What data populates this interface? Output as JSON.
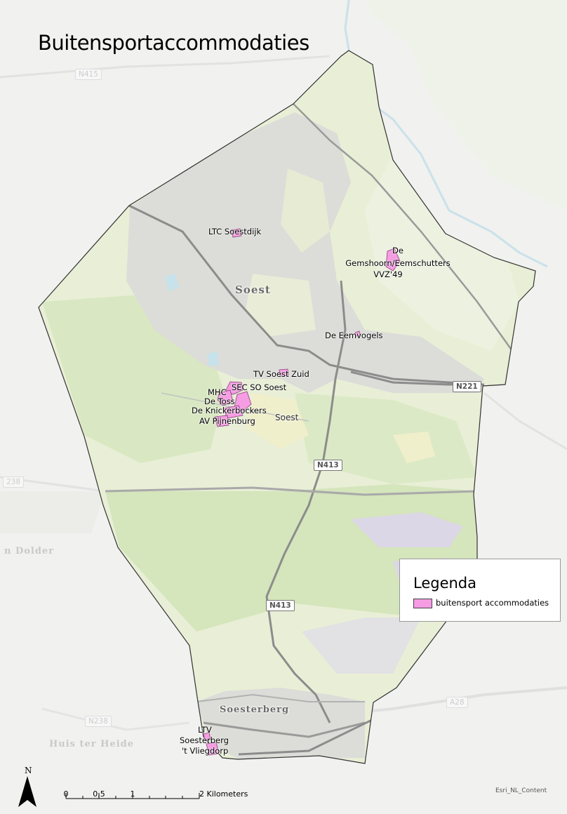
{
  "map": {
    "title": "Buitensportaccommodaties",
    "attribution": "Esri_NL_Content",
    "colors": {
      "background": "#f1f1ef",
      "municipality_fill": "#e8efd6",
      "forest": "#d6e6bd",
      "urban": "#dcdcd8",
      "road": "#8c8c8c",
      "water": "#c7e2ea",
      "sport_fill": "#f59ce2",
      "sport_outline": "#8a3f7d"
    }
  },
  "places": {
    "soest_city": "Soest",
    "soest_label": "Soest",
    "soesterberg": "Soesterberg",
    "huis_ter_heide": "Huis ter Heide",
    "den_dolder": "n Dolder"
  },
  "roads": {
    "n415": "N415",
    "n221": "N221",
    "n413_upper": "N413",
    "n413_lower": "N413",
    "a28": "A28",
    "n238": "N238",
    "n238_edge": "238"
  },
  "features": {
    "ltc": "LTC Soestdijk",
    "de": "De",
    "gemshoorn": "Gemshoorn/Eemschutters",
    "vvz": "VVZ'49",
    "eemvogels": "De Eemvogels",
    "tv_soest_zuid": "TV Soest Zuid",
    "sec_so": "SEC SO Soest",
    "mhc": "MHC",
    "de_toss": "De Toss",
    "knickerbockers": "De Knickerbockers",
    "av_pijnenburg": "AV Pijnenburg",
    "ltv": "LTV",
    "soesterberg_club": "Soesterberg",
    "vliegdorp": "'t Vliegdorp"
  },
  "legend": {
    "title": "Legenda",
    "item_label": "buitensport accommodaties",
    "item_color": "#f59ce2"
  },
  "north_arrow": {
    "label": "N"
  },
  "scalebar": {
    "tick_0": "0",
    "tick_05": "0,5",
    "tick_1": "1",
    "tick_2": "2",
    "unit": "Kilometers"
  }
}
